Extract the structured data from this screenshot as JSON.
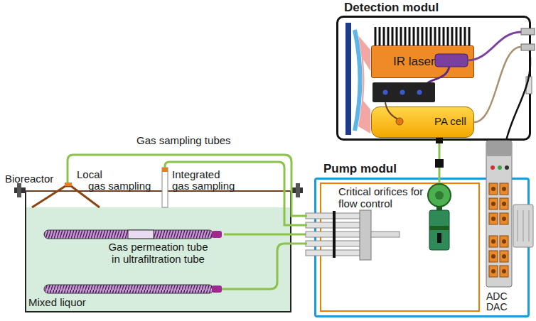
{
  "diagram": {
    "nodes": [
      {
        "text": [
          "Detection modul"
        ]
      },
      {
        "text": [
          "IR laser"
        ],
        "in": 0
      },
      {
        "text": [
          "PA cell"
        ],
        "in": 0
      },
      {
        "text": [
          "Pump modul"
        ]
      },
      {
        "text": [
          "Critical orifices for flow control"
        ],
        "in": 3
      },
      {
        "text": [
          "ADC DAC"
        ],
        "in": 3
      },
      {
        "text": [
          "Bioreactor"
        ]
      },
      {
        "text": [
          "Mixed liquor"
        ],
        "in": 6
      },
      {
        "text": [
          "Gas permeation tube in ultrafiltration tube"
        ],
        "in": 7
      }
    ],
    "edges": [
      {
        "from": 8,
        "to": 4,
        "arrow": "none"
      },
      {
        "from": 4,
        "to": 2,
        "arrow": "none"
      }
    ],
    "labels": [
      "Gas sampling tubes",
      "Local",
      "gas sampling",
      "Integrated",
      "gas sampling"
    ]
  }
}
